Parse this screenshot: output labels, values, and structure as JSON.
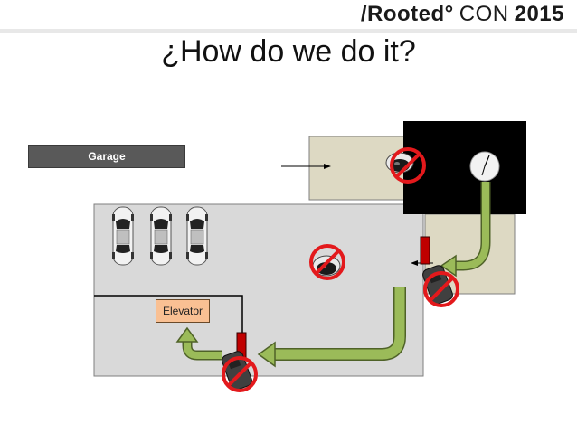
{
  "header": {
    "brand_name": "/Rooted°",
    "brand_con": "CON",
    "brand_year": "2015"
  },
  "slide": {
    "title": "¿How do we do it?"
  },
  "diagram": {
    "garage_label": "Garage",
    "elevator_label": "Elevator",
    "parked_car_count": 3
  },
  "colors": {
    "floor": "#d9d9d9",
    "entry_zone": "#ddd9c3",
    "access_block": "#000000",
    "arrow_green": "#9bbb59",
    "arrow_green_dark": "#4f6228",
    "no_sign_red": "#e3191c",
    "label_dark": "#595959",
    "elevator_fill": "#f9c093"
  }
}
